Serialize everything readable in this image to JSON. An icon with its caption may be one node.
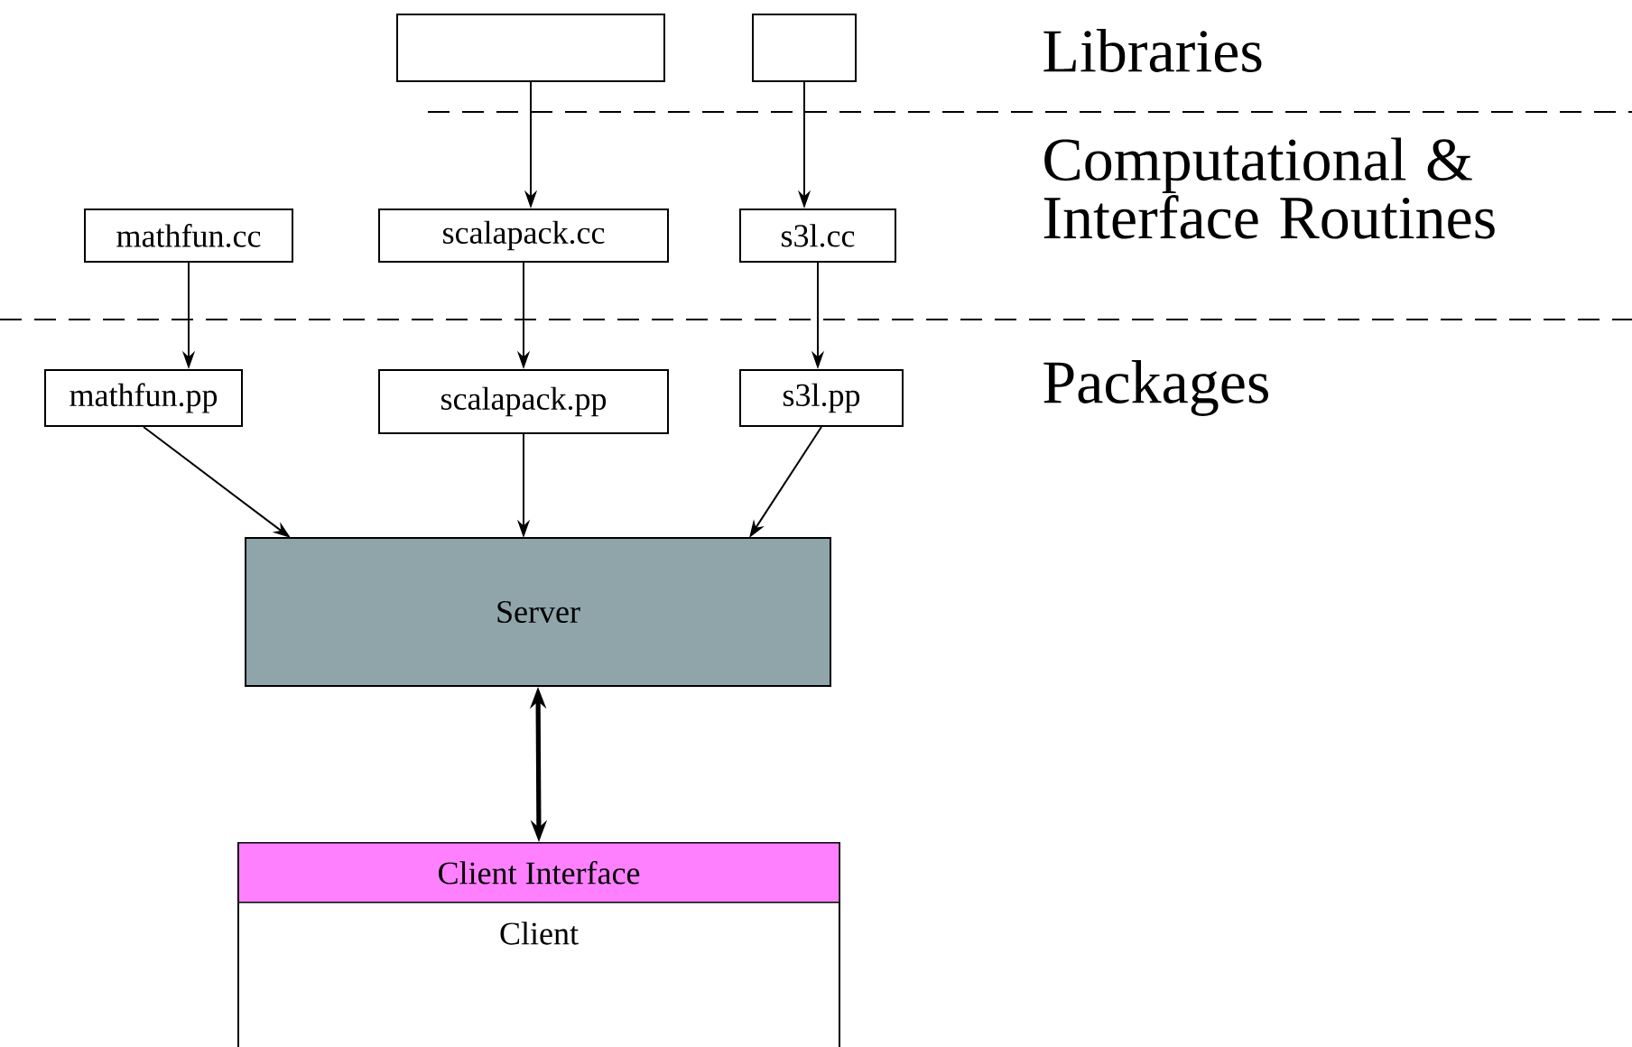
{
  "diagram": {
    "nodes": [
      {
        "text": [],
        "shape": "box"
      },
      {
        "text": [],
        "shape": "box"
      },
      {
        "text": [
          "mathfun.cc"
        ]
      },
      {
        "text": [
          "scalapack.cc"
        ]
      },
      {
        "text": [
          "s3l.cc"
        ]
      },
      {
        "text": [
          "mathfun.pp"
        ]
      },
      {
        "text": [
          "scalapack.pp"
        ]
      },
      {
        "text": [
          "s3l.pp"
        ]
      },
      {
        "text": [
          "Server"
        ]
      },
      {
        "text": [
          "Client"
        ]
      },
      {
        "text": [
          "Client Interface"
        ],
        "in": 9
      }
    ],
    "edges": [
      {
        "from": 0,
        "to": 3,
        "arrow": "to"
      },
      {
        "from": 1,
        "to": 4,
        "arrow": "to"
      },
      {
        "from": 2,
        "to": 5,
        "arrow": "to"
      },
      {
        "from": 3,
        "to": 6,
        "arrow": "to"
      },
      {
        "from": 4,
        "to": 7,
        "arrow": "to"
      },
      {
        "from": 5,
        "to": 8,
        "arrow": "to"
      },
      {
        "from": 6,
        "to": 8,
        "arrow": "to"
      },
      {
        "from": 7,
        "to": 8,
        "arrow": "to"
      },
      {
        "from": 8,
        "to": 10,
        "arrow": "both",
        "style": "thick"
      }
    ],
    "labels": [
      "Libraries",
      "Computational & Interface Routines",
      "Packages"
    ]
  }
}
